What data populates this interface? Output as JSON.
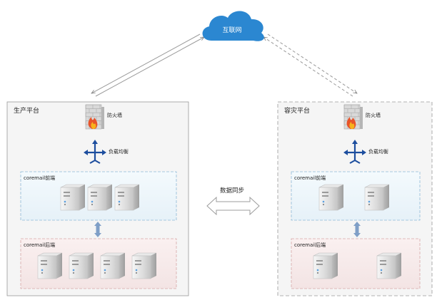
{
  "cloud": {
    "label": "互联网",
    "color": "#2b87d1"
  },
  "sync": {
    "label": "数据同步"
  },
  "sites": [
    {
      "title": "生产平台",
      "firewall_label": "防火墙",
      "lb_label": "负载均衡",
      "front": {
        "label": "coremail前端",
        "server_count": 3
      },
      "back": {
        "label": "coremail后端",
        "server_count": 4
      }
    },
    {
      "title": "容灾平台",
      "firewall_label": "防火墙",
      "lb_label": "负载均衡",
      "front": {
        "label": "coremail前端",
        "server_count": 2
      },
      "back": {
        "label": "coremail后端",
        "server_count": 2
      }
    }
  ],
  "colors": {
    "front_fill": "#eef6fb",
    "front_border": "#8fbad8",
    "back_fill": "#f7eaea",
    "back_border": "#d7a7a7",
    "lb_icon": "#1d4e9e",
    "sync_arrow": "#7f9fc7"
  }
}
